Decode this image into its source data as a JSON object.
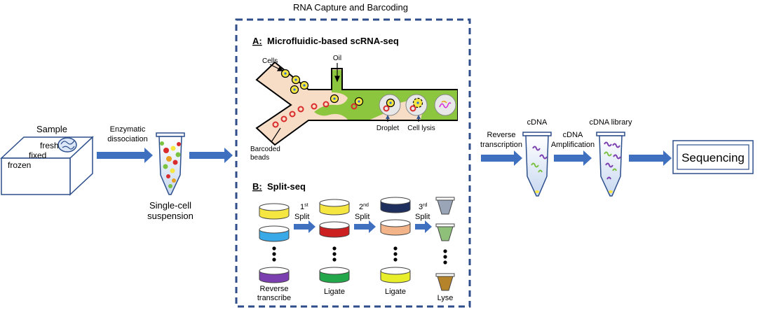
{
  "title": "RNA  Capture and Barcoding",
  "sample": {
    "label": "Sample",
    "states": [
      "fresh",
      "fixed",
      "frozen"
    ]
  },
  "steps": {
    "dissociation": [
      "Enzymatic",
      "dissociation"
    ],
    "suspension": [
      "Single-cell",
      "suspension"
    ],
    "reverse_transcription": [
      "Reverse",
      "transcription"
    ],
    "cdna": "cDNA",
    "amplification": [
      "cDNA",
      "Amplification"
    ],
    "cdna_library": "cDNA library",
    "sequencing": "Sequencing"
  },
  "panel_a": {
    "letter": "A:",
    "title": "Microfluidic-based scRNA-seq",
    "labels": {
      "cells": "Cells",
      "oil": "Oil",
      "beads": [
        "Barcoded",
        "beads"
      ],
      "droplet": "Droplet",
      "lysis": "Cell lysis"
    }
  },
  "panel_b": {
    "letter": "B:",
    "title": "Split-seq",
    "splits": [
      {
        "ord": "1",
        "sup": "st",
        "word": "Split"
      },
      {
        "ord": "2",
        "sup": "nd",
        "word": "Split"
      },
      {
        "ord": "3",
        "sup": "rd",
        "word": "Split"
      }
    ],
    "bottom_labels": [
      [
        "Reverse",
        "transcribe"
      ],
      [
        "Ligate"
      ],
      [
        "Ligate"
      ],
      [
        "Lyse"
      ]
    ]
  },
  "colors": {
    "arrow": "#3f6fbf",
    "dashed_border": "#2e4d8a",
    "channel_cells": "#f7dcc6",
    "channel_oil": "#8cc63f",
    "cell_fill": "#f5e642",
    "bead": "#d92b2b"
  }
}
